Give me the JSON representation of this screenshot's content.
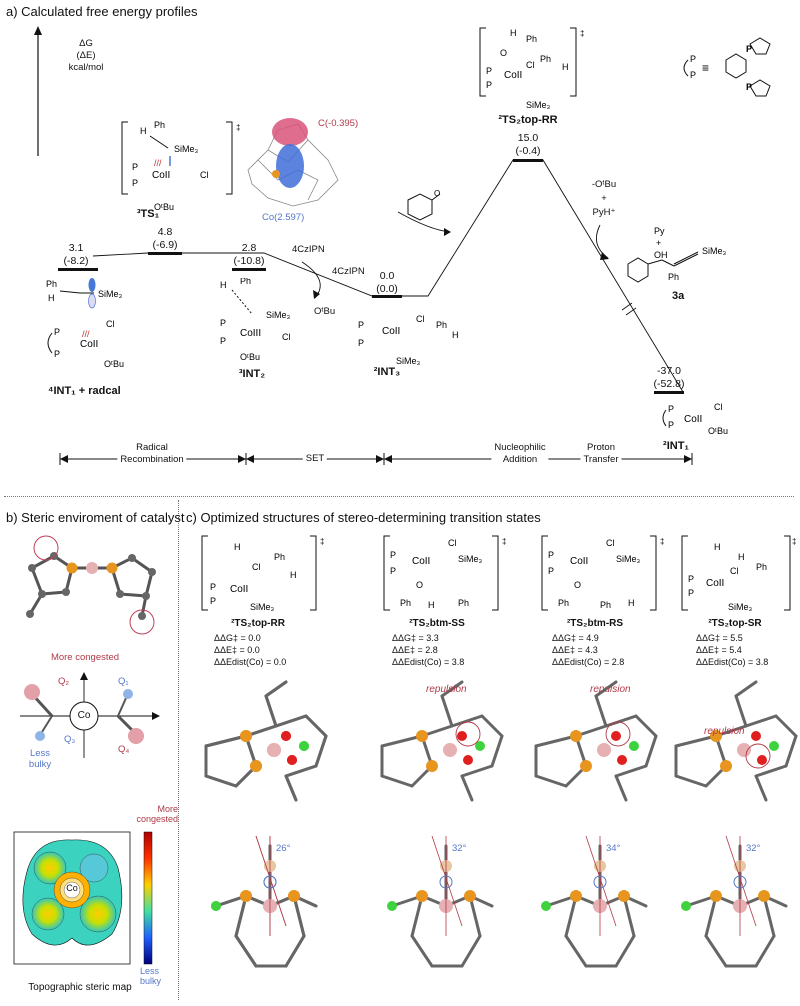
{
  "section_a": {
    "title": "a) Calculated free energy profiles",
    "axis": {
      "line1": "ΔG",
      "line2": "(ΔE)",
      "line3": "kcal/mol"
    },
    "states": [
      {
        "id": "int1",
        "energy": "3.1",
        "energy_e": "(-8.2)",
        "label": "⁴INT₁  +  radcal"
      },
      {
        "id": "ts1",
        "energy": "4.8",
        "energy_e": "(-6.9)",
        "label": "³TS₁"
      },
      {
        "id": "int2",
        "energy": "2.8",
        "energy_e": "(-10.8)",
        "label": "³INT₂"
      },
      {
        "id": "int3",
        "energy": "0.0",
        "energy_e": "(0.0)",
        "label": "²INT₃"
      },
      {
        "id": "ts2",
        "energy": "15.0",
        "energy_e": "(-0.4)",
        "label": "²TS₂top-RR"
      },
      {
        "id": "int1b",
        "energy": "-37.0",
        "energy_e": "(-52.8)",
        "label": "²INT₁"
      }
    ],
    "spin_labels": {
      "c": "C(-0.395)",
      "co": "Co(2.597)"
    },
    "reagents": {
      "czipn_top": "4CzIPN",
      "czipn": "4CzIPN",
      "otbu": "OᵗBu",
      "otbu_minus": "-OᵗBu",
      "plus": "+",
      "pyh": "PyH⁺",
      "py": "Py",
      "product": "3a"
    },
    "phases": [
      {
        "line1": "Radical",
        "line2": "Recombination"
      },
      {
        "line1": "SET",
        "line2": ""
      },
      {
        "line1": "Nucleophilic",
        "line2": "Addition"
      },
      {
        "line1": "Proton",
        "line2": "Transfer"
      }
    ],
    "fragments": {
      "ph": "Ph",
      "h": "H",
      "sime3": "SiMe₃",
      "cl": "Cl",
      "otbu": "OᵗBu",
      "p": "P",
      "co2": "CoII",
      "co3": "CoIII",
      "o": "O",
      "oh": "OH",
      "dagger": "‡"
    }
  },
  "section_b": {
    "title": "b) Steric enviroment of catalyst",
    "more_congested": "More congested",
    "less_bulky": "Less bulky",
    "q_labels": [
      "Q₁",
      "Q₂",
      "Q₃",
      "Q₄"
    ],
    "co": "Co",
    "map_caption": "Topographic steric map",
    "map_more": "More congested",
    "map_less": "Less bulky"
  },
  "section_c": {
    "title": "c) Optimized structures of stereo-determining transition states",
    "ts": [
      {
        "label": "²TS₂top-RR",
        "dg": "ΔΔG‡ = 0.0",
        "de": "ΔΔE‡ = 0.0",
        "edist": "ΔΔEdist(Co) = 0.0",
        "angle": "26°",
        "repulsion": ""
      },
      {
        "label": "²TS₂btm-SS",
        "dg": "ΔΔG‡ = 3.3",
        "de": "ΔΔE‡ = 2.8",
        "edist": "ΔΔEdist(Co) = 3.8",
        "angle": "32°",
        "repulsion": "repulsion"
      },
      {
        "label": "²TS₂btm-RS",
        "dg": "ΔΔG‡ = 4.9",
        "de": "ΔΔE‡ = 4.3",
        "edist": "ΔΔEdist(Co) = 2.8",
        "angle": "34°",
        "repulsion": "repulsion"
      },
      {
        "label": "²TS₂top-SR",
        "dg": "ΔΔG‡ = 5.5",
        "de": "ΔΔE‡ = 5.4",
        "edist": "ΔΔEdist(Co) = 3.8",
        "angle": "32°",
        "repulsion": "repulsion"
      }
    ]
  },
  "colors": {
    "accent_red": "#b03a48",
    "accent_blue": "#5577c8",
    "phosphorus": "#e8951f",
    "cobalt": "#e7b0b3",
    "chlorine": "#3fd23f",
    "oxygen": "#e02020"
  }
}
